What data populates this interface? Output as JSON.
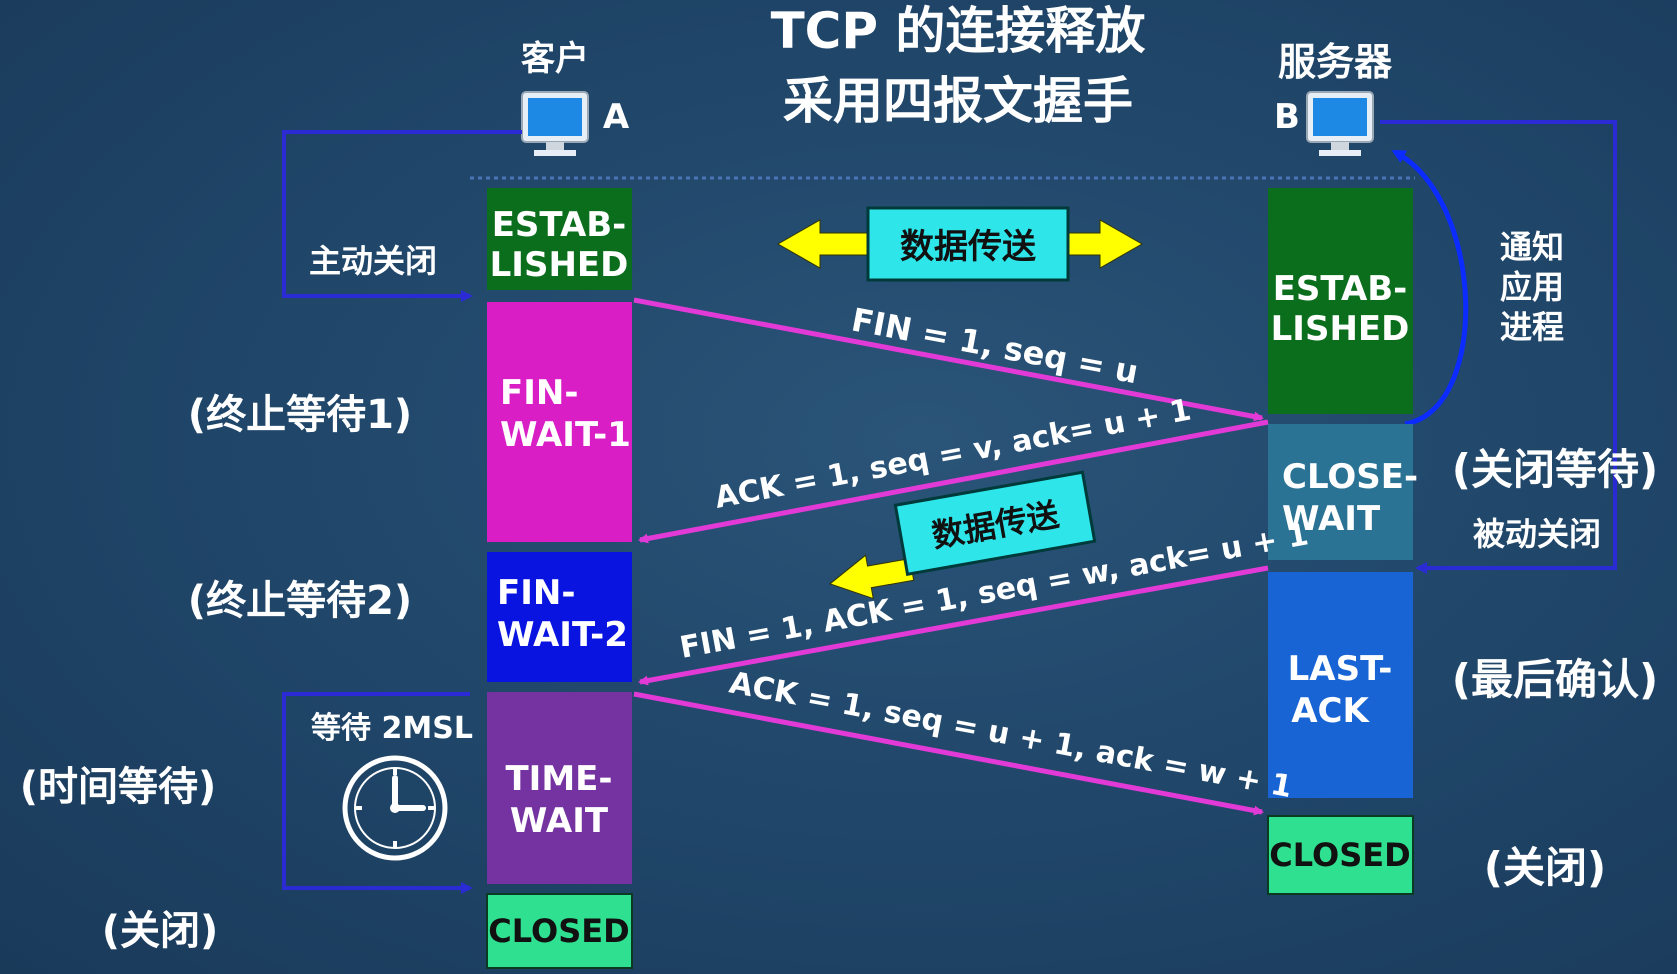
{
  "title": {
    "line1": "TCP 的连接释放",
    "line2": "采用四报文握手"
  },
  "client": {
    "label": "客户",
    "id": "A"
  },
  "server": {
    "label": "服务器",
    "id": "B"
  },
  "client_states": [
    {
      "line1": "ESTAB-",
      "line2": "LISHED",
      "color": "#0a6e1c"
    },
    {
      "line1": "FIN-",
      "line2": "WAIT-1",
      "color": "#d91ec6"
    },
    {
      "line1": "FIN-",
      "line2": "WAIT-2",
      "color": "#0a14e0"
    },
    {
      "line1": "TIME-",
      "line2": "WAIT",
      "color": "#7433a0"
    },
    {
      "line1": "CLOSED",
      "line2": "",
      "color": "#2fe090"
    }
  ],
  "server_states": [
    {
      "line1": "ESTAB-",
      "line2": "LISHED",
      "color": "#0a6e1c"
    },
    {
      "line1": "CLOSE-",
      "line2": "WAIT",
      "color": "#2b7394"
    },
    {
      "line1": "LAST-",
      "line2": "ACK",
      "color": "#1864d4"
    },
    {
      "line1": "CLOSED",
      "line2": "",
      "color": "#2fe090"
    }
  ],
  "client_notes": {
    "active_close": "主动关闭",
    "fin_wait1": "(终止等待1)",
    "fin_wait2": "(终止等待2)",
    "time_wait": "(时间等待)",
    "closed": "(关闭)",
    "wait_2msl": "等待 2MSL"
  },
  "server_notes": {
    "notify_app": [
      "通知",
      "应用",
      "进程"
    ],
    "close_wait": "(关闭等待)",
    "passive_close": "被动关闭",
    "last_ack": "(最后确认)",
    "closed": "(关闭)"
  },
  "data_transfer": "数据传送",
  "messages": [
    "FIN = 1, seq = u",
    "ACK = 1, seq = v, ack= u + 1",
    "FIN = 1, ACK = 1, seq = w, ack= u + 1",
    "ACK = 1, seq = u + 1, ack = w + 1"
  ],
  "colors": {
    "background": "#1f4568",
    "message_arrow": "#e23ad6",
    "loop_line": "#2b2bd6",
    "data_arrow": "#ffff00",
    "data_label_bg": "#2ee6ea",
    "text": "#ffffff"
  },
  "icons": [
    "computer-icon",
    "clock-icon"
  ]
}
